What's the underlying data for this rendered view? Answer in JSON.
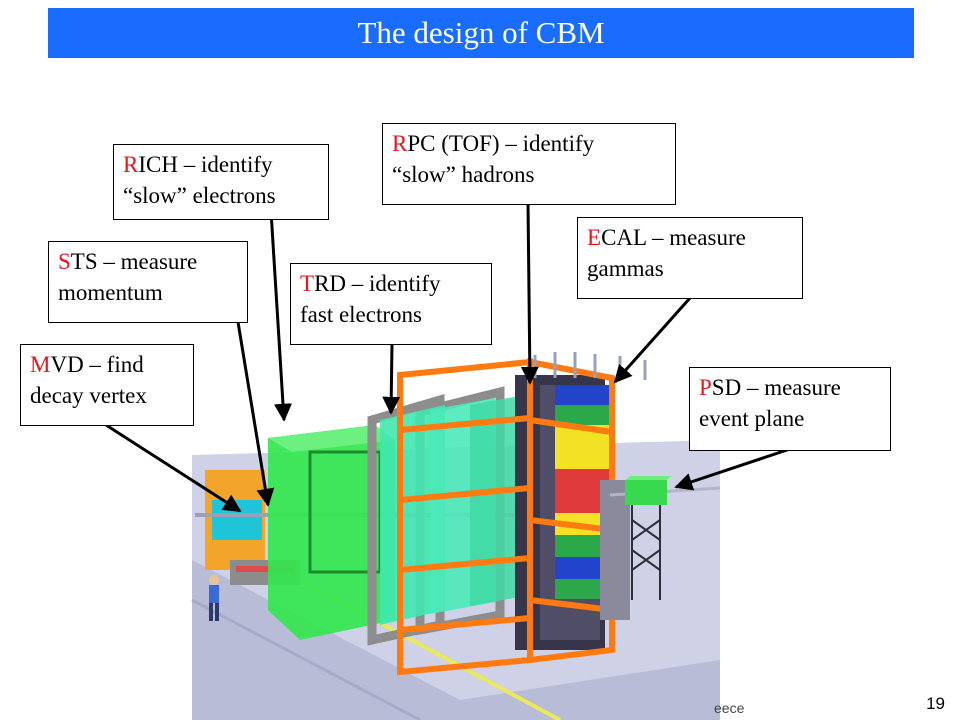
{
  "title": "The design of CBM",
  "page_number": "19",
  "footer_fragment": "eece",
  "colors": {
    "title_bar": "#1a6cff",
    "first_letter": "#e8141e",
    "rich": "#33e64f",
    "trd": "#40e8b0",
    "frame": "#ff7a10"
  },
  "callouts": {
    "rich": {
      "first": "R",
      "line1": "ICH – identify",
      "line2": "“slow” electrons"
    },
    "rpc": {
      "first": "R",
      "line1": "PC (TOF) – identify",
      "line2": "“slow” hadrons"
    },
    "ecal": {
      "first": "E",
      "line1": "CAL – measure",
      "line2": "gammas"
    },
    "sts": {
      "first": "S",
      "line1": "TS – measure",
      "line2": "momentum"
    },
    "trd": {
      "first": "T",
      "line1": "RD – identify",
      "line2": "fast electrons"
    },
    "mvd": {
      "first": "M",
      "line1": "VD – find",
      "line2": "decay vertex"
    },
    "psd": {
      "first": "P",
      "line1": "SD – measure",
      "line2": "event plane"
    }
  }
}
